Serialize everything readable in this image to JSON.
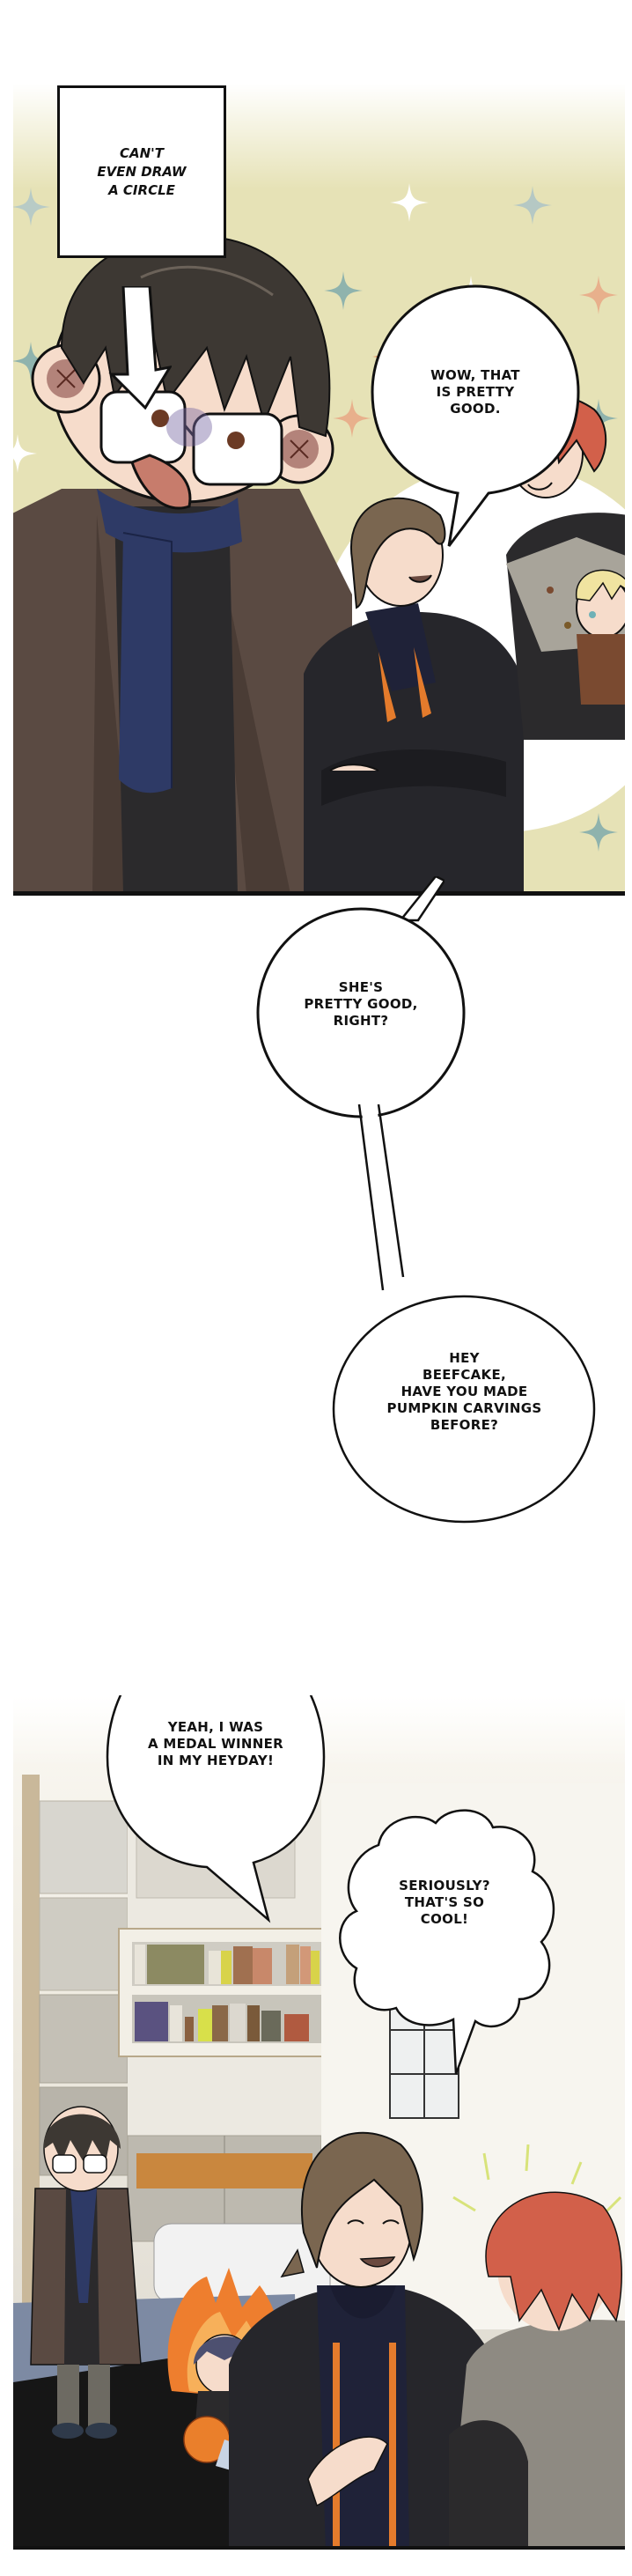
{
  "page": {
    "type": "webtoon-strip",
    "background": "#ffffff"
  },
  "panels": [
    {
      "id": "panel-1",
      "scene": "sparkle-background-group",
      "background_color": "#e8e3b8",
      "caption": {
        "text": "CAN'T\nEVEN DRAW\nA CIRCLE",
        "lines": [
          "CAN'T",
          "EVEN DRAW",
          "A CIRCLE"
        ]
      },
      "bubbles": [
        {
          "id": "wow-bubble",
          "lines": [
            "WOW, THAT",
            "IS PRETTY",
            "GOOD."
          ]
        }
      ],
      "characters": [
        "glasses-boy-chibi",
        "brown-haired-man",
        "red-haired-man",
        "blond-baby"
      ]
    },
    {
      "id": "gutter",
      "bubbles": [
        {
          "id": "shes-pretty-good-bubble",
          "lines": [
            "SHE'S",
            "PRETTY GOOD,",
            "RIGHT?"
          ]
        },
        {
          "id": "hey-beefcake-bubble",
          "lines": [
            "HEY",
            "BEEFCAKE,",
            "HAVE YOU MADE",
            "PUMPKIN CARVINGS",
            "BEFORE?"
          ]
        }
      ]
    },
    {
      "id": "panel-2",
      "scene": "room-with-bookshelf",
      "bubbles": [
        {
          "id": "medal-winner-bubble",
          "lines": [
            "YEAH, I WAS",
            "A MEDAL WINNER",
            "IN MY HEYDAY!"
          ]
        },
        {
          "id": "seriously-bubble",
          "lines": [
            "SERIOUSLY?",
            "THAT'S SO",
            "COOL!"
          ]
        }
      ],
      "characters": [
        "glasses-boy",
        "girl-with-pumpkin",
        "brown-haired-man",
        "red-haired-man"
      ]
    }
  ],
  "colors": {
    "sparkle_bg": "#e6e2b6",
    "sparkle_teal": "#8fb3ad",
    "sparkle_orange": "#e08a5c",
    "sparkle_white": "#ffffff",
    "hair_dark": "#3d3833",
    "hair_brown": "#7a6650",
    "hair_red": "#d2604a",
    "hair_blond": "#f0e3a0",
    "coat_brown": "#5a4a42",
    "coat_black": "#26262b",
    "scarf_navy": "#2e3a66",
    "accent_orange": "#e47b2c",
    "floor_blue": "#7d8aa3",
    "skin": "#f6d9c8",
    "ink": "#111111"
  }
}
